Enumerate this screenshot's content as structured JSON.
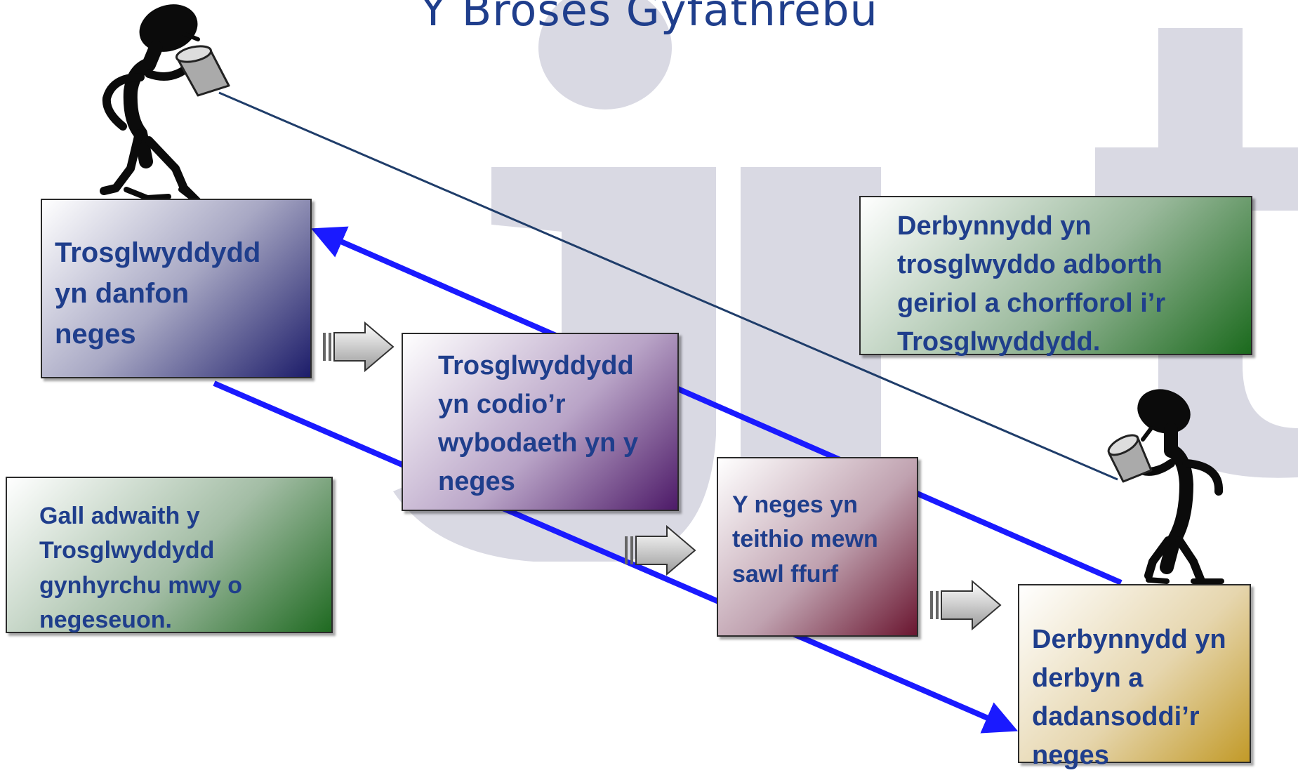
{
  "slide": {
    "title": "Y Broses Gyfathrebu"
  },
  "boxes": {
    "sender": [
      "Trosglwyddydd",
      "yn danfon",
      "neges"
    ],
    "encode": [
      "Trosglwyddydd",
      "yn codio’r",
      "wybodaeth yn y",
      "neges"
    ],
    "travel": [
      "Y neges yn",
      "teithio mewn",
      "sawl ffurf"
    ],
    "receive": [
      "Derbynnydd yn",
      "derbyn a",
      "dadansoddi’r neges"
    ],
    "feedback": [
      "Derbynnydd yn",
      "trosglwyddo adborth",
      "geiriol a chorfforol i’r",
      "Trosglwyddydd."
    ],
    "reaction": [
      "Gall adwaith y",
      "Trosglwyddydd",
      "gynhyrchu mwy o",
      "negeseuon."
    ]
  },
  "watermark": {
    "text": "jit",
    "color": "#d9d9e3"
  },
  "colors": {
    "title": "#1f3e8c",
    "box_text": "#1f3e8c",
    "blue_arrow": "#1a1aff",
    "thin_line": "#1f3d6a"
  },
  "icons": {
    "sender_figure": "stick-figure-drinking-icon",
    "receiver_figure": "stick-figure-drinking-icon",
    "block_arrow": "block-arrow-right-icon"
  }
}
